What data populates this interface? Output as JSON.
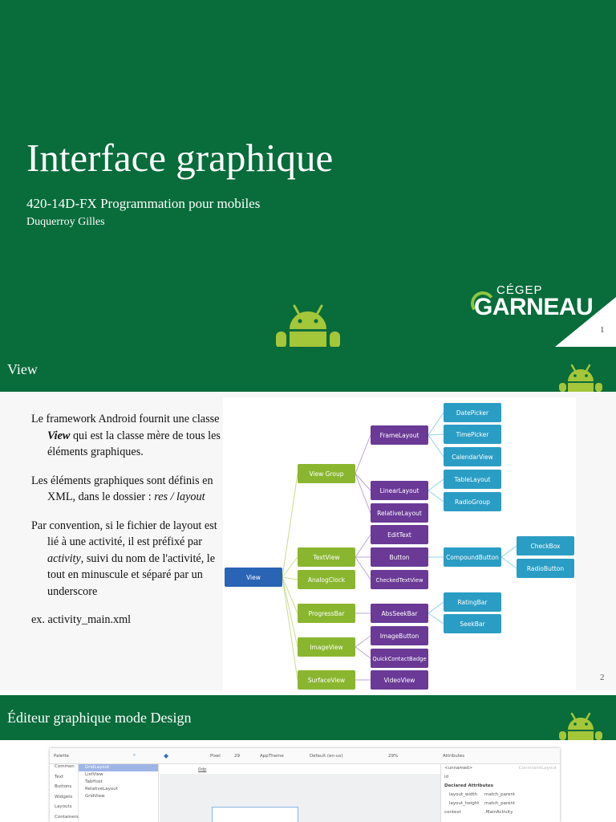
{
  "slide1": {
    "title": "Interface graphique",
    "subtitle": "420-14D-FX Programmation pour mobiles",
    "author": "Duquerroy Gilles",
    "logo": {
      "top": "CÉGEP",
      "main": "GARNEAU"
    },
    "page": "1"
  },
  "slide2": {
    "title": "View",
    "paragraphs": [
      {
        "before": "Le framework Android fournit une classe ",
        "em": "View",
        "after": " qui est la classe mère de tous les éléments graphiques."
      },
      {
        "before": "Les éléments graphiques sont définis en XML, dans le dossier : ",
        "em": "res / layout",
        "after": ""
      },
      {
        "before": "Par convention, si le fichier de layout est lié à une activité, il est préfixé par ",
        "em": "activity",
        "after": ", suivi du nom de l'activité, le tout en minuscule et séparé par un underscore"
      },
      {
        "before": "ex. activity_main.xml",
        "em": "",
        "after": ""
      }
    ],
    "page": "2",
    "diagram": {
      "colors": {
        "root": "#2a64b4",
        "level1": "#8ab62f",
        "level2": "#6a3a96",
        "level3": "#2a9dc4",
        "edge1": "#c9dc8c",
        "edge2": "#b9a3d4",
        "edge3": "#8fd0e4"
      },
      "nodes": [
        {
          "id": "View",
          "label": "View",
          "level": "root",
          "parent": null
        },
        {
          "id": "ViewGroup",
          "label": "View Group",
          "level": "level1",
          "parent": "View"
        },
        {
          "id": "TextView",
          "label": "TextView",
          "level": "level1",
          "parent": "View"
        },
        {
          "id": "AnalogClock",
          "label": "AnalogClock",
          "level": "level1",
          "parent": "View"
        },
        {
          "id": "ProgressBar",
          "label": "ProgressBar",
          "level": "level1",
          "parent": "View"
        },
        {
          "id": "ImageView",
          "label": "ImageView",
          "level": "level1",
          "parent": "View"
        },
        {
          "id": "SurfaceView",
          "label": "SurfaceView",
          "level": "level1",
          "parent": "View"
        },
        {
          "id": "FrameLayout",
          "label": "FrameLayout",
          "level": "level2",
          "parent": "ViewGroup"
        },
        {
          "id": "LinearLayout",
          "label": "LinearLayout",
          "level": "level2",
          "parent": "ViewGroup"
        },
        {
          "id": "RelativeLayout",
          "label": "RelativeLayout",
          "level": "level2",
          "parent": "ViewGroup"
        },
        {
          "id": "EditText",
          "label": "EditText",
          "level": "level2",
          "parent": "TextView"
        },
        {
          "id": "Button",
          "label": "Button",
          "level": "level2",
          "parent": "TextView"
        },
        {
          "id": "CheckedTextView",
          "label": "CheckedTextView",
          "level": "level2",
          "parent": "TextView"
        },
        {
          "id": "AbsSeekBar",
          "label": "AbsSeekBar",
          "level": "level2",
          "parent": "ProgressBar"
        },
        {
          "id": "ImageButton",
          "label": "ImageButton",
          "level": "level2",
          "parent": "ImageView"
        },
        {
          "id": "QuickContactBadge",
          "label": "QuickContactBadge",
          "level": "level2",
          "parent": "ImageView"
        },
        {
          "id": "VideoView",
          "label": "VideoView",
          "level": "level2",
          "parent": "SurfaceView"
        },
        {
          "id": "DatePicker",
          "label": "DatePicker",
          "level": "level3",
          "parent": "FrameLayout"
        },
        {
          "id": "TimePicker",
          "label": "TimePicker",
          "level": "level3",
          "parent": "FrameLayout"
        },
        {
          "id": "CalendarView",
          "label": "CalendarView",
          "level": "level3",
          "parent": "FrameLayout"
        },
        {
          "id": "TableLayout",
          "label": "TableLayout",
          "level": "level3",
          "parent": "LinearLayout"
        },
        {
          "id": "RadioGroup",
          "label": "RadioGroup",
          "level": "level3",
          "parent": "LinearLayout"
        },
        {
          "id": "CompoundButton",
          "label": "CompoundButton",
          "level": "level3",
          "parent": "Button"
        },
        {
          "id": "RatingBar",
          "label": "RatingBar",
          "level": "level3",
          "parent": "AbsSeekBar"
        },
        {
          "id": "SeekBar",
          "label": "SeekBar",
          "level": "level3",
          "parent": "AbsSeekBar"
        },
        {
          "id": "CheckBox",
          "label": "CheckBox",
          "level": "level3",
          "parent": "CompoundButton"
        },
        {
          "id": "RadioButton",
          "label": "RadioButton",
          "level": "level3",
          "parent": "CompoundButton"
        }
      ]
    }
  },
  "slide3": {
    "title": "Éditeur graphique mode Design",
    "screenshot": {
      "palette_title": "Palette",
      "categories": [
        "Common",
        "Text",
        "Buttons",
        "Widgets",
        "Layouts",
        "Containers"
      ],
      "items": [
        "GridLayout",
        "ListView",
        "TabHost",
        "RelativeLayout",
        "GridView"
      ],
      "toolbar": [
        "Pixel",
        "29",
        "AppTheme",
        "Default (en-us)",
        "29%"
      ],
      "toolbar2": [
        "0dp"
      ],
      "attributes_title": "Attributes",
      "component": "<unnamed>",
      "component_type": "ConstraintLayout",
      "id_label": "id",
      "declared": "Declared Attributes",
      "attrs": [
        {
          "name": "layout_width",
          "value": "match_parent"
        },
        {
          "name": "layout_height",
          "value": "match_parent"
        },
        {
          "name": "context",
          "value": ".MainActivity"
        }
      ]
    }
  },
  "colors": {
    "slide_green": "#086c3b",
    "android_green": "#a4c639"
  }
}
